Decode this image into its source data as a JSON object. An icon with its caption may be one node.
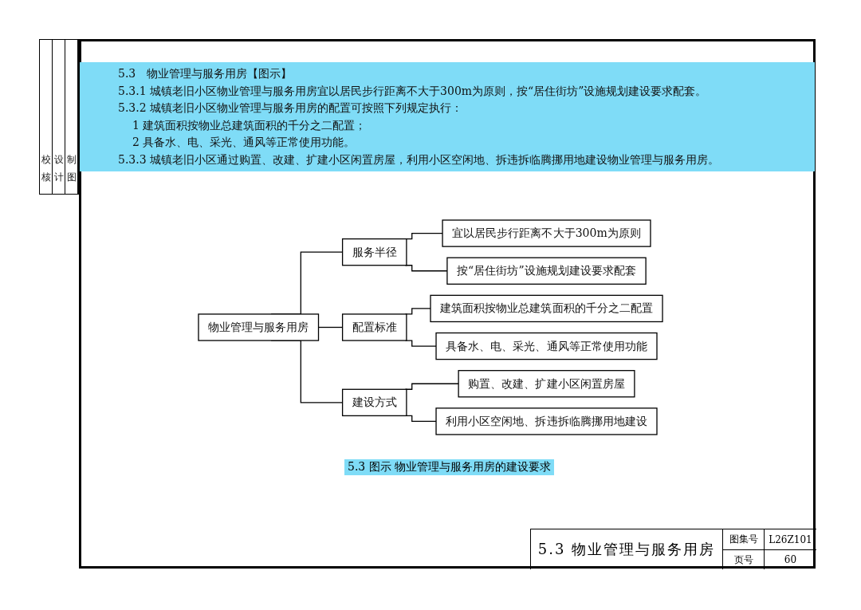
{
  "diagram": {
    "title": "5.3　物业管理与服务用房【图示】",
    "caption": "5.3 图示 物业管理与服务用房的建设要求",
    "nodes": [
      {
        "text": [
          "物业管理与服务用房"
        ]
      },
      {
        "text": [
          "服务半径"
        ]
      },
      {
        "text": [
          "宜以居民步行距离不大于300m为原则"
        ]
      },
      {
        "text": [
          "按“居住街坊”设施规划建设要求配套"
        ]
      },
      {
        "text": [
          "配置标准"
        ]
      },
      {
        "text": [
          "建筑面积按物业总建筑面积的千分之二配置"
        ]
      },
      {
        "text": [
          "具备水、电、采光、通风等正常使用功能"
        ]
      },
      {
        "text": [
          "建设方式"
        ]
      },
      {
        "text": [
          "购置、改建、扩建小区闲置房屋"
        ]
      },
      {
        "text": [
          "利用小区空闲地、拆违拆临腾挪用地建设"
        ]
      }
    ],
    "edges": [
      {
        "from": 0,
        "to": 1,
        "arrow": "none"
      },
      {
        "from": 0,
        "to": 4,
        "arrow": "none"
      },
      {
        "from": 0,
        "to": 7,
        "arrow": "none"
      },
      {
        "from": 1,
        "to": 2,
        "arrow": "none"
      },
      {
        "from": 1,
        "to": 3,
        "arrow": "none"
      },
      {
        "from": 4,
        "to": 5,
        "arrow": "none"
      },
      {
        "from": 4,
        "to": 6,
        "arrow": "none"
      },
      {
        "from": 7,
        "to": 8,
        "arrow": "none"
      },
      {
        "from": 7,
        "to": 9,
        "arrow": "none"
      }
    ],
    "labels": [
      "5.3.1 城镇老旧小区物业管理与服务用房宜以居民步行距离不大于300m为原则，按“居住街坊”设施规划建设要求配套。",
      "5.3.2 城镇老旧小区物业管理与服务用房的配置可按照下列规定执行：",
      "1 建筑面积按物业总建筑面积的千分之二配置；",
      "2 具备水、电、采光、通风等正常使用功能。",
      "5.3.3 城镇老旧小区通过购置、改建、扩建小区闲置房屋，利用小区空闲地、拆违拆临腾挪用地建设物业管理与服务用房。",
      "校核",
      "设计",
      "制图",
      "5.3 物业管理与服务用房",
      "图集号",
      "L26Z101",
      "页号",
      "60"
    ]
  }
}
